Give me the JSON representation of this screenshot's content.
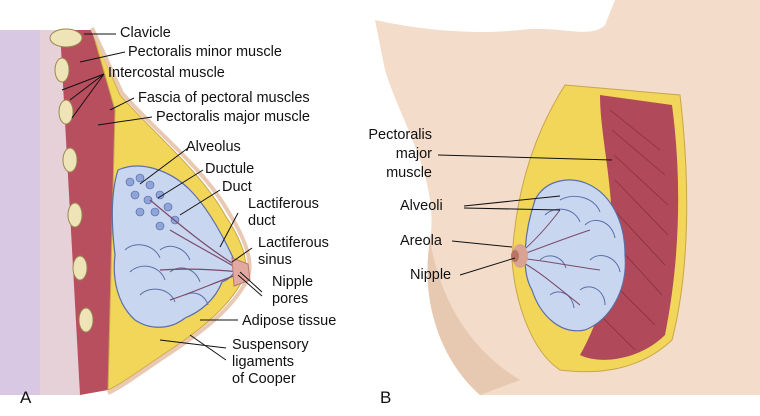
{
  "panel_a": {
    "letter": "A",
    "labels": {
      "clavicle": "Clavicle",
      "pect_minor": "Pectoralis minor muscle",
      "intercostal": "Intercostal muscle",
      "fascia": "Fascia of pectoral muscles",
      "pect_major": "Pectoralis major muscle",
      "alveolus": "Alveolus",
      "ductule": "Ductule",
      "duct": "Duct",
      "lactiferous_duct_1": "Lactiferous",
      "lactiferous_duct_2": "duct",
      "lactiferous_sinus_1": "Lactiferous",
      "lactiferous_sinus_2": "sinus",
      "nipple_pores_1": "Nipple",
      "nipple_pores_2": "pores",
      "adipose": "Adipose tissue",
      "suspensory_1": "Suspensory",
      "suspensory_2": "ligaments",
      "suspensory_3": "of Cooper"
    }
  },
  "panel_b": {
    "letter": "B",
    "labels": {
      "pect_major_1": "Pectoralis",
      "pect_major_2": "major",
      "pect_major_3": "muscle",
      "alveoli": "Alveoli",
      "areola": "Areola",
      "nipple": "Nipple"
    }
  },
  "colors": {
    "skin": "#f3dcc9",
    "fat": "#f1d65a",
    "muscle": "#b04a5a",
    "gland": "#c9d6f0",
    "gland_outline": "#5a6fa8",
    "bone": "#efe4b8"
  }
}
